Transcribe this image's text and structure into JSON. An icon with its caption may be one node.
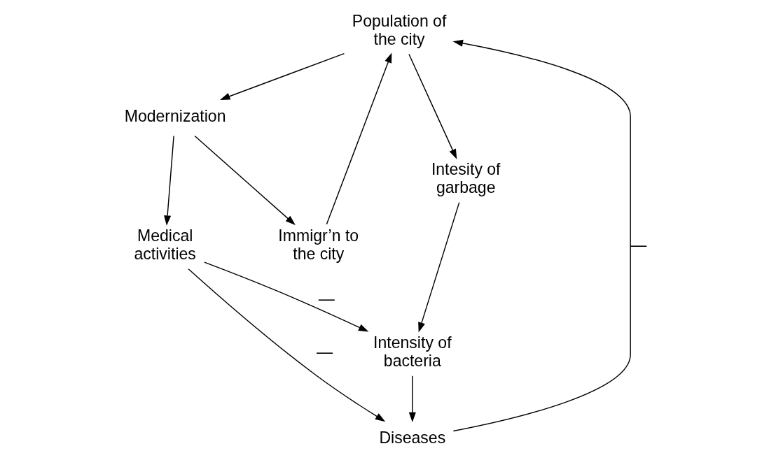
{
  "diagram": {
    "nodes": [
      {
        "text": [
          "Population of the city"
        ]
      },
      {
        "text": [
          "Immigr’n to the city"
        ]
      },
      {
        "text": [
          "Modernization"
        ]
      },
      {
        "text": [
          "Medical activities"
        ]
      },
      {
        "text": [
          "Diseases"
        ]
      },
      {
        "text": [
          "Intesity of garbage"
        ]
      },
      {
        "text": [
          "Intensity of bacteria"
        ]
      }
    ],
    "edges": [
      {
        "from": 1,
        "to": 0,
        "arrow": "to"
      },
      {
        "from": 0,
        "to": 2,
        "arrow": "to"
      },
      {
        "from": 2,
        "to": 1,
        "arrow": "to"
      },
      {
        "from": 2,
        "to": 3,
        "arrow": "to"
      },
      {
        "from": 3,
        "to": 4,
        "arrow": "to",
        "label": "—"
      },
      {
        "from": 4,
        "to": 0,
        "arrow": "to",
        "label": "—"
      },
      {
        "from": 0,
        "to": 5,
        "arrow": "to"
      },
      {
        "from": 5,
        "to": 6,
        "arrow": "to"
      },
      {
        "from": 3,
        "to": 6,
        "arrow": "to",
        "label": "—"
      },
      {
        "from": 6,
        "to": 4,
        "arrow": "to"
      }
    ]
  }
}
